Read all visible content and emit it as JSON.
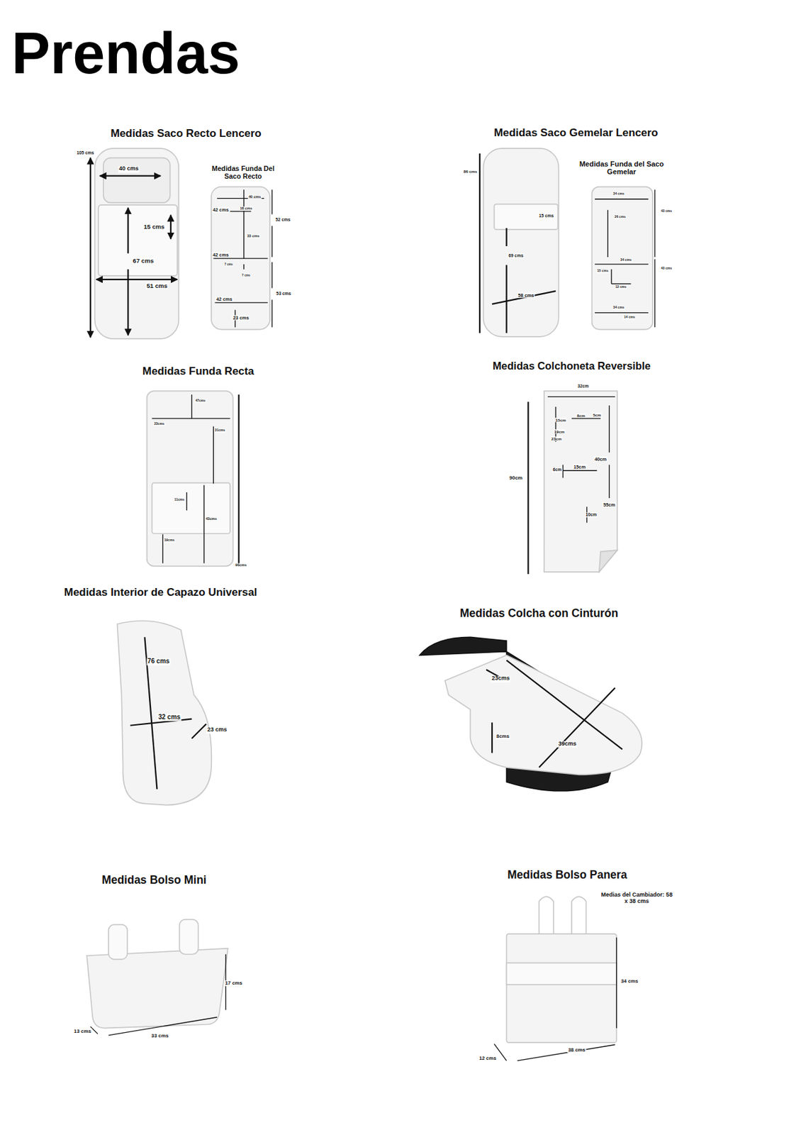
{
  "diagram": {
    "title": "Prendas",
    "labels": [
      "Medidas Saco Recto Lencero",
      "105 cms",
      "40 cms",
      "Medidas Funda Del Saco Recto",
      "40 cms",
      "42 cms",
      "16 cms",
      "52 cms",
      "15 cms",
      "33 cms",
      "42 cms",
      "67 cms",
      "7 cms",
      "7 cms",
      "51 cms",
      "53 cms",
      "42 cms",
      "23 cms",
      "Medidas Saco Gemelar Lencero",
      "86 cms",
      "Medidas Funda del Saco Gemelar",
      "34 cms",
      "15 cms",
      "26 cms",
      "43 cms",
      "69 cms",
      "34 cms",
      "15 cms",
      "43 cms",
      "12 cms",
      "58 cms",
      "34 cms",
      "14 cms",
      "Medidas Funda Recta",
      "47cms",
      "23cms",
      "31cms",
      "11cms",
      "43cms",
      "19cms",
      "90cms",
      "Medidas Colchoneta Reversible",
      "32cm",
      "15cm",
      "8cm",
      "5cm",
      "19cm",
      "23cm",
      "90cm",
      "40cm",
      "6cm",
      "15cm",
      "55cm",
      "10cm",
      "Medidas Interior de Capazo Universal",
      "76 cms",
      "32 cms",
      "23 cms",
      "Medidas Colcha con Cinturón",
      "23cms",
      "8cms",
      "39cms",
      "Medidas Bolso Mini",
      "17 cms",
      "13 cms",
      "33 cms",
      "Medidas Bolso Panera",
      "Medias del Cambiador: 58 x 38 cms",
      "34 cms",
      "12 cms",
      "38 cms"
    ]
  }
}
